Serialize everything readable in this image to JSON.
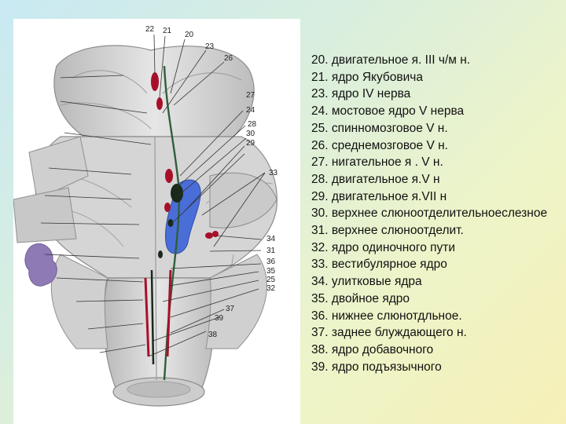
{
  "figure": {
    "labels": [
      "22",
      "21",
      "20",
      "23",
      "26",
      "27",
      "24",
      "28",
      "30",
      "29",
      "33",
      "34",
      "31",
      "36",
      "35",
      "25",
      "32",
      "37",
      "39",
      "38"
    ],
    "colors": {
      "background_start": "#c9e9f3",
      "background_end": "#f6f0b8",
      "brainstem_fill": "#dcdcdc",
      "brainstem_shadow": "#a9a9a9",
      "nucleus_red": "#a8102a",
      "nucleus_dark": "#1a2a1a",
      "vestibular_blue": "#4a6ed8",
      "plexus_purple": "#8e7bb5",
      "tract_green": "#2f5f3a"
    }
  },
  "legend": {
    "lines": [
      "20. двигательное я. III ч/м н.",
      "21. ядро Якубовича",
      "23. ядро IV нерва",
      "24. мостовое ядро V нерва",
      "25. спинномозговое V н.",
      "26. среднемозговое V н.",
      "27. нигательное я . V н.",
      "28. двигательное я.V н",
      "29. двигательное я.VII н",
      "30. верхнее слюноотделительноеслезное 31. верхнее слюноотделит.",
      "32. ядро одиночного пути",
      "33. вестибулярное ядро",
      "34. улитковые ядра",
      "35. двойное ядро",
      "36. нижнее слюнотдльное.",
      "37. заднее блуждающего н.",
      "38. ядро добавочного",
      "39. ядро подъязычного"
    ]
  }
}
